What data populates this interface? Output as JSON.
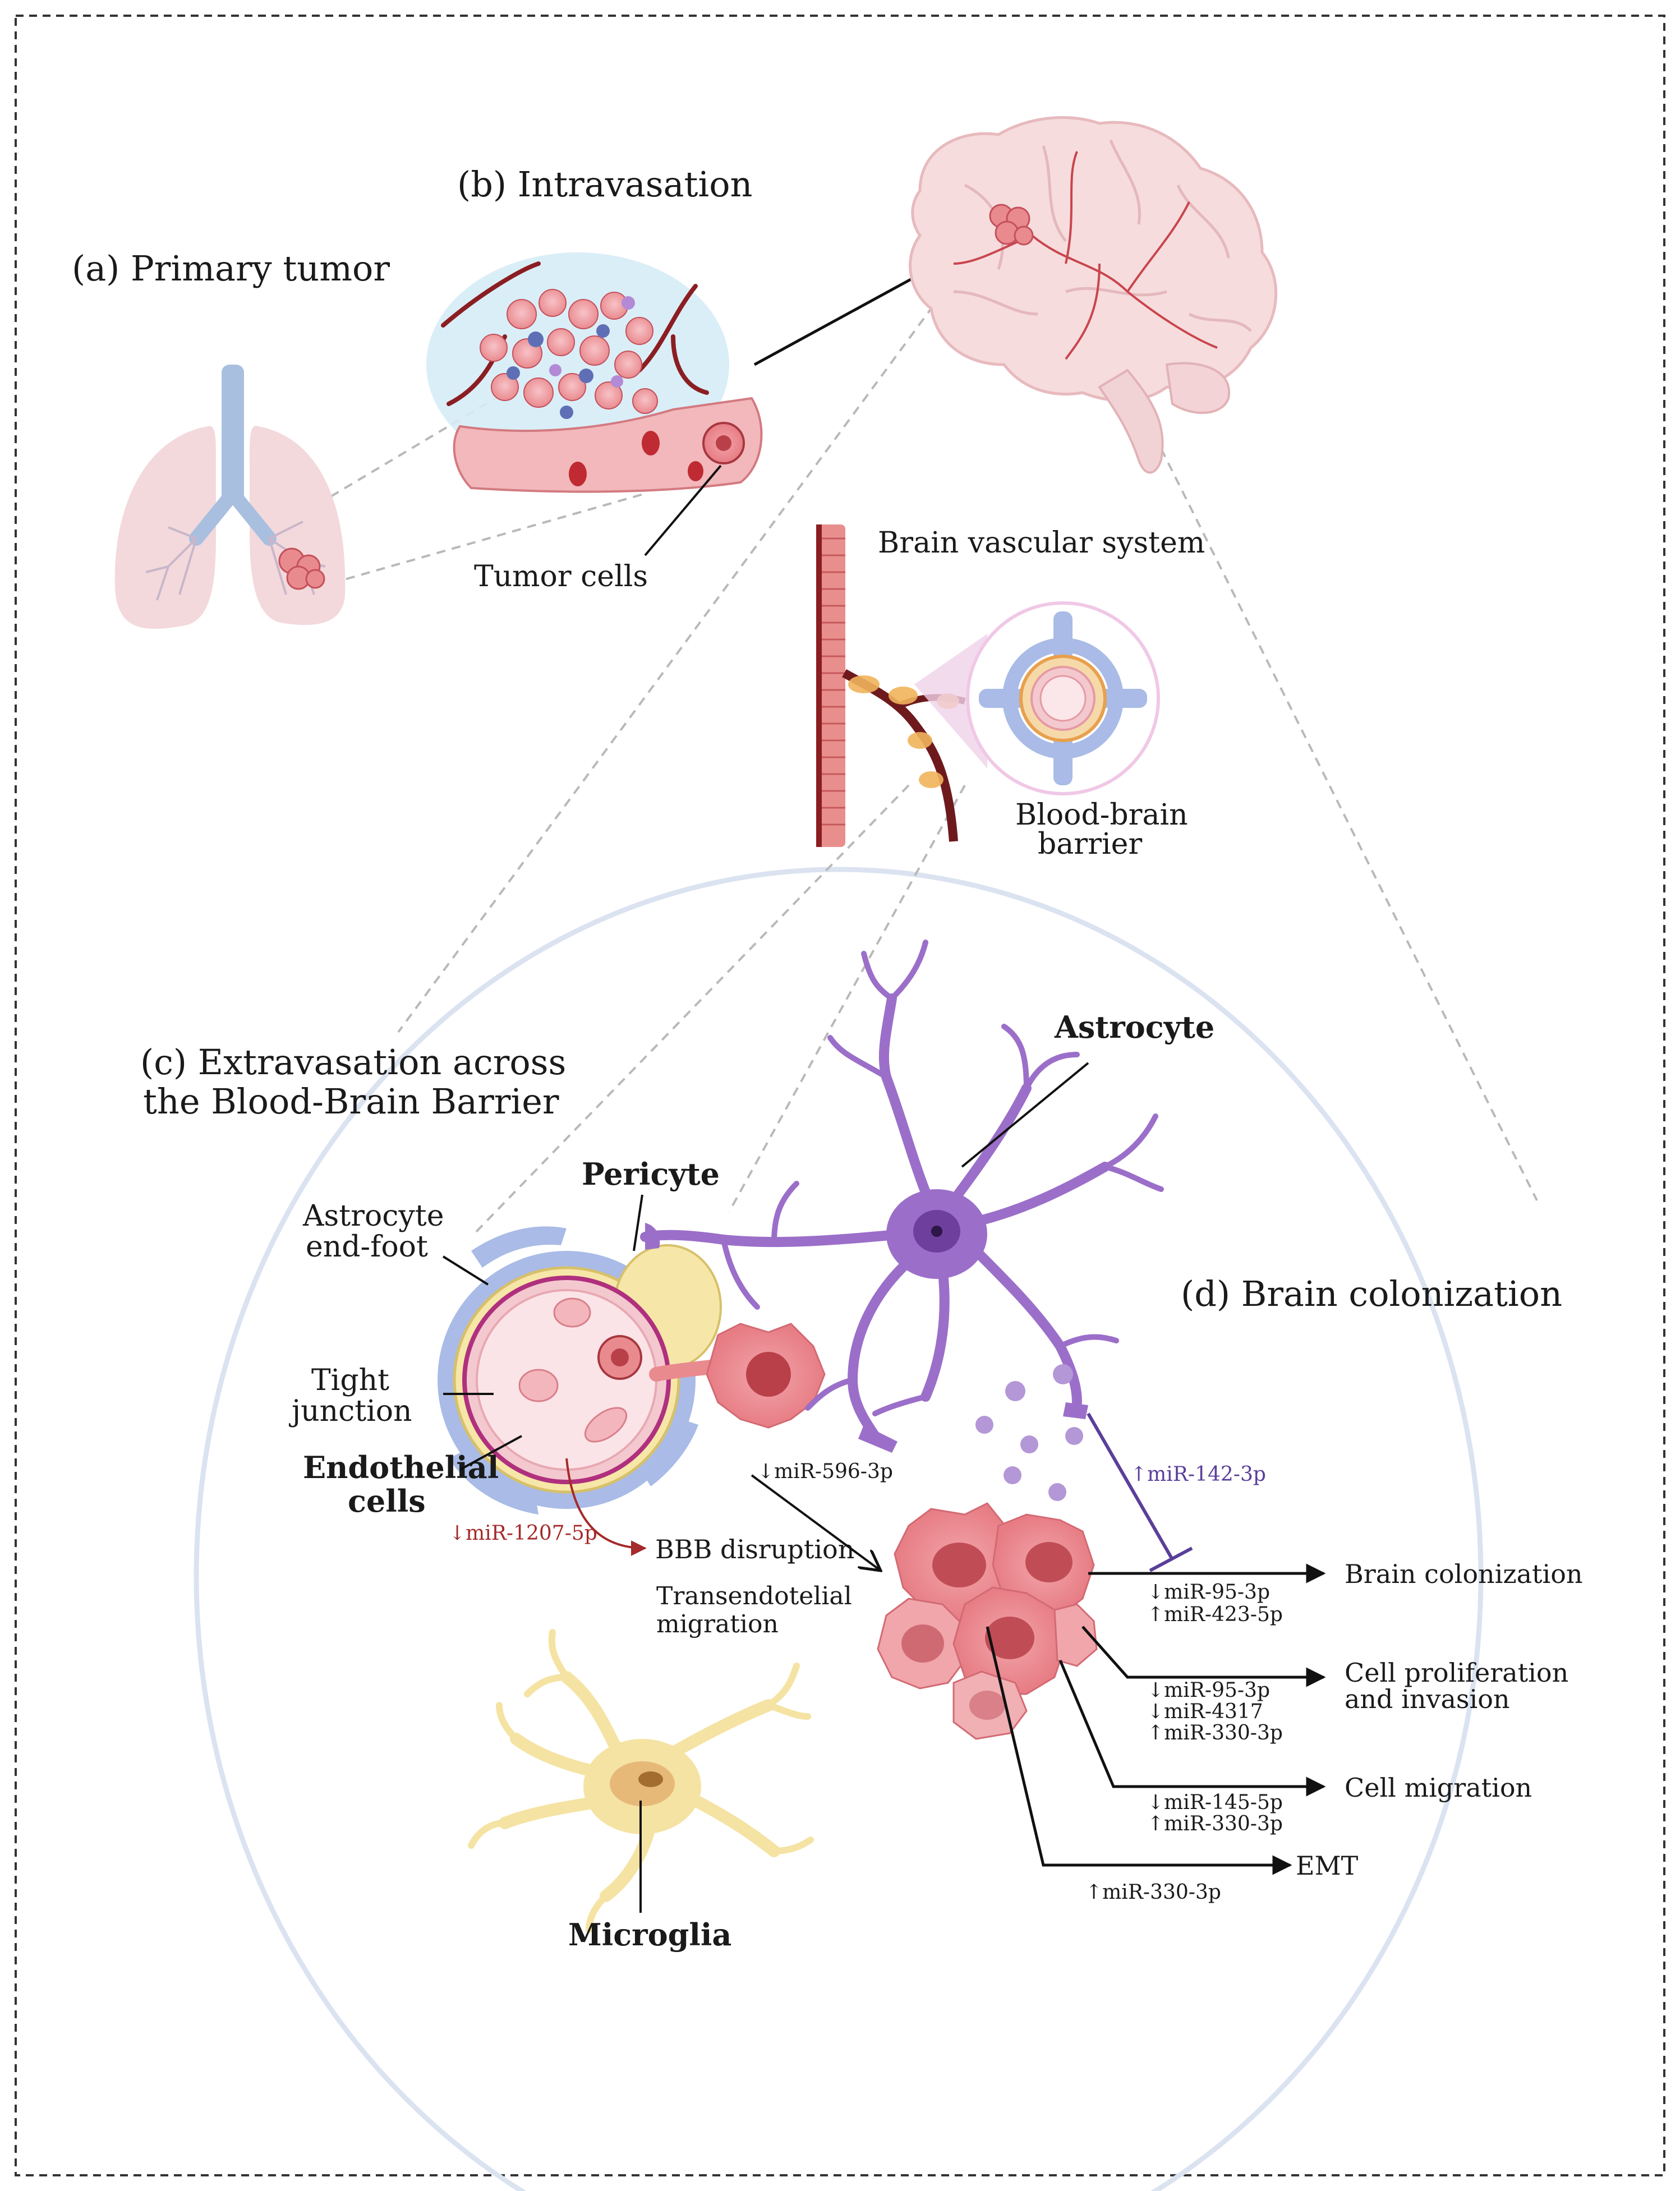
{
  "colors": {
    "frame": "#333333",
    "lung": "#f3d9dc",
    "trachea": "#a9bfe0",
    "tumor": "#e98a8f",
    "vessel": "#8b1e22",
    "brain": "#f6dcdd",
    "bbb_blue": "#98aee0",
    "bbb_yellow": "#f6e7a8",
    "endothelial_pink": "#f3c9cf",
    "astrocyte": "#9b6fc9",
    "microglia": "#f5e3a3",
    "mir_red": "#a52a2a",
    "mir_purple": "#5a3f9a"
  },
  "panels": {
    "a": "(a) Primary tumor",
    "b": "(b) Intravasation",
    "c_line1": "(c) Extravasation across",
    "c_line2": "the Blood-Brain Barrier",
    "d": "(d) Brain colonization"
  },
  "labels": {
    "tumor_cells": "Tumor cells",
    "brain_vascular_system": "Brain vascular system",
    "bbb_line1": "Blood-brain",
    "bbb_line2": "barrier",
    "astrocyte": "Astrocyte",
    "pericyte": "Pericyte",
    "astrocyte_endfoot_line1": "Astrocyte",
    "astrocyte_endfoot_line2": "end-foot",
    "tight_junction_line1": "Tight",
    "tight_junction_line2": "junction",
    "endothelial_line1": "Endothelial",
    "endothelial_line2": "cells",
    "microglia": "Microglia",
    "bbb_disruption": "BBB disruption",
    "transendothelial_line1": "Transendotelial",
    "transendothelial_line2": "migration"
  },
  "mirnas": {
    "mir_1207": "↓miR-1207-5p",
    "mir_596": "↓miR-596-3p",
    "mir_142": "↑miR-142-3p",
    "colonization": [
      "↓miR-95-3p",
      "↑miR-423-5p"
    ],
    "proliferation": [
      "↓miR-95-3p",
      "↓miR-4317",
      "↑miR-330-3p"
    ],
    "migration": [
      "↓miR-145-5p",
      "↑miR-330-3p"
    ],
    "emt": [
      "↑miR-330-3p"
    ]
  },
  "outcomes": {
    "brain_colonization": "Brain colonization",
    "proliferation_line1": "Cell proliferation",
    "proliferation_line2": "and invasion",
    "cell_migration": "Cell migration",
    "emt": "EMT"
  }
}
